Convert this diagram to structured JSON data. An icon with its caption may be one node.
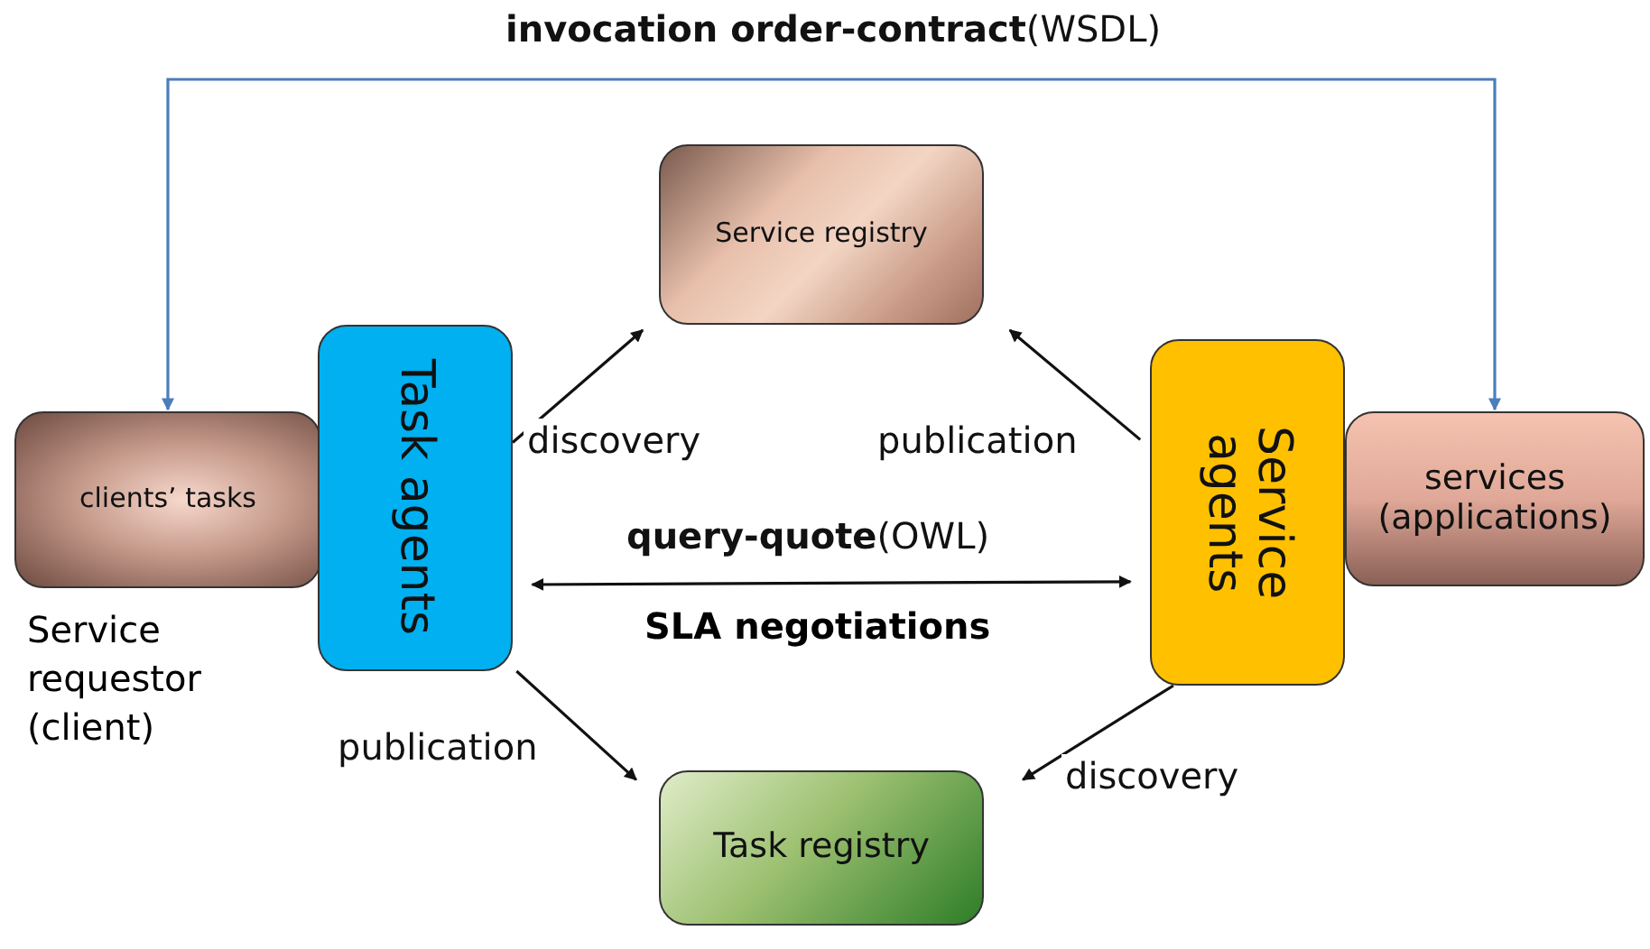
{
  "diagram": {
    "nodes": [
      {
        "text": [
          "Service registry"
        ]
      },
      {
        "text": [
          "clients’ tasks"
        ],
        "beside": [
          "Service requestor (client)"
        ]
      },
      {
        "text": [
          "Task agents"
        ]
      },
      {
        "text": [
          "Service agents"
        ]
      },
      {
        "text": [
          "services (applications)"
        ]
      },
      {
        "text": [
          "Task registry"
        ]
      }
    ],
    "edges": [
      {
        "from": 2,
        "to": 0,
        "arrow": "to",
        "label": "discovery"
      },
      {
        "from": 3,
        "to": 0,
        "arrow": "to",
        "label": "publication"
      },
      {
        "from": 2,
        "to": 3,
        "arrow": "both",
        "label": "**query-quote**(OWL)"
      },
      {
        "from": 2,
        "to": 5,
        "arrow": "to",
        "label": "publication"
      },
      {
        "from": 3,
        "to": 5,
        "arrow": "to",
        "label": "discovery"
      },
      {
        "from": 1,
        "to": 4,
        "arrow": "both",
        "label": "**invocation order-contract**(WSDL)",
        "color": "#4a7ebb"
      }
    ],
    "labels": [
      "SLA negotiations"
    ]
  }
}
